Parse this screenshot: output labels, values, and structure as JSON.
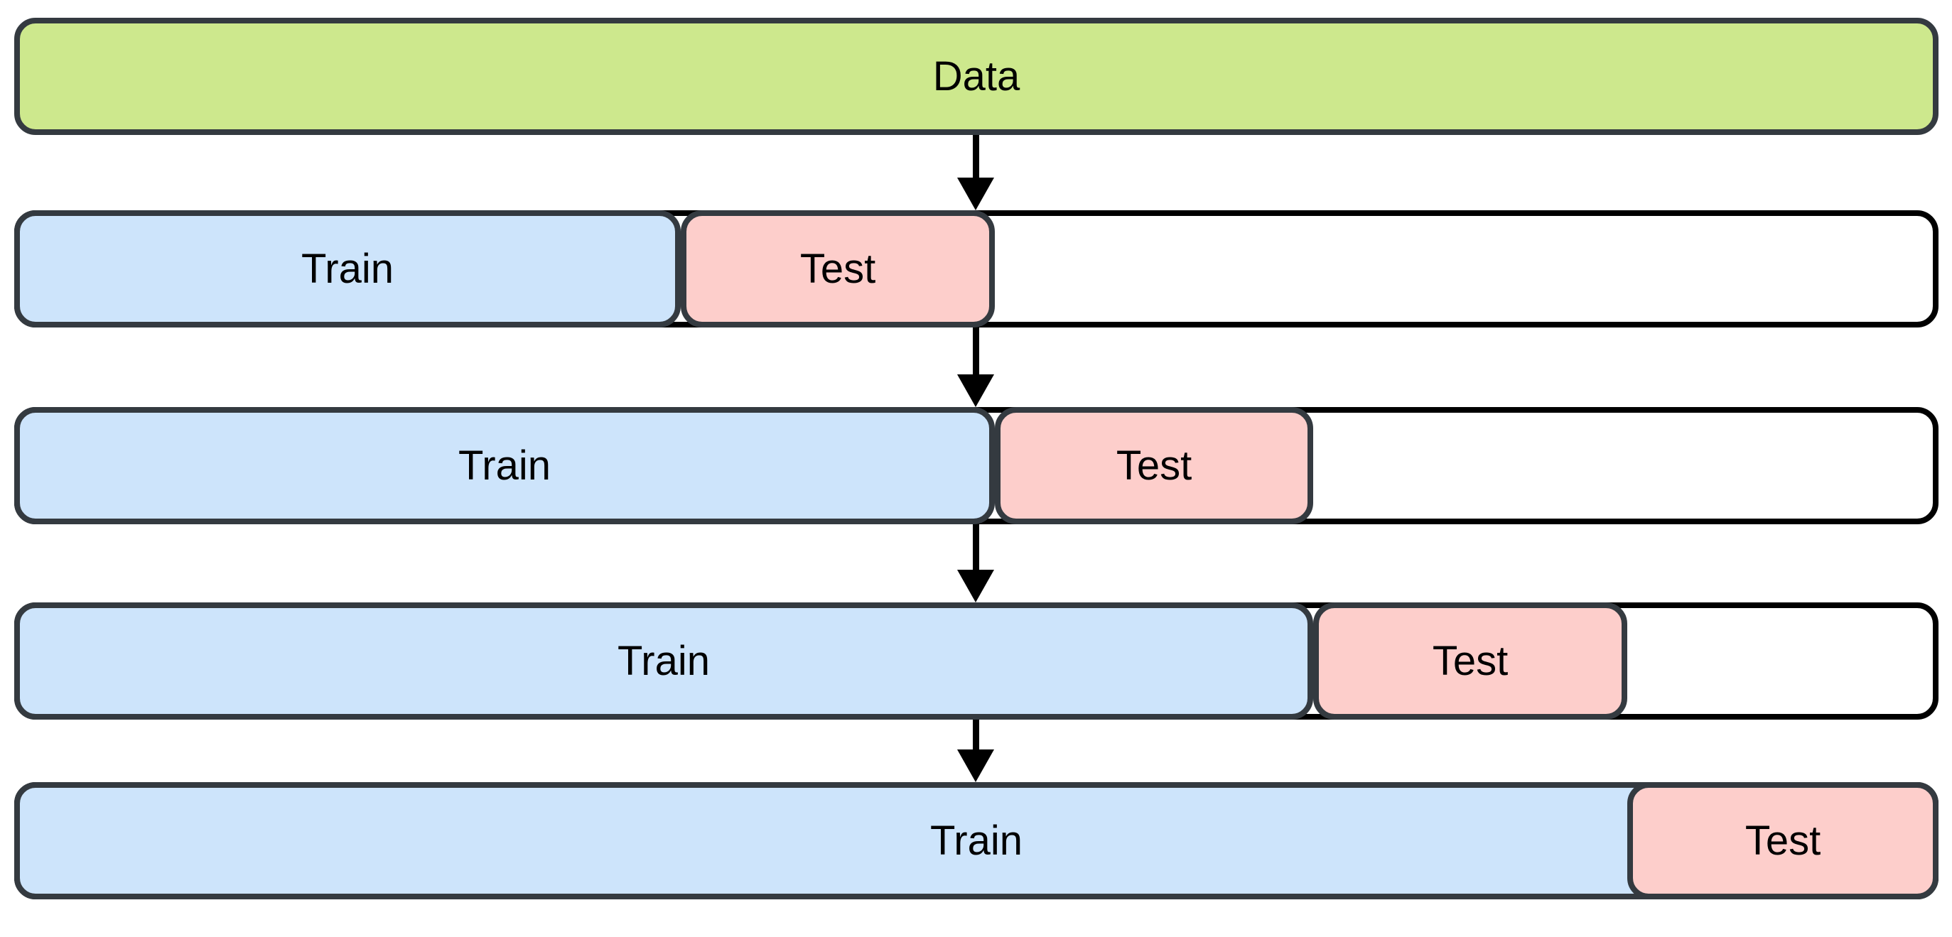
{
  "diagram": {
    "type": "time-series-cross-validation",
    "data_bar": {
      "label": "Data"
    },
    "rows": [
      {
        "train_label": "Train",
        "test_label": "Test"
      },
      {
        "train_label": "Train",
        "test_label": "Test"
      },
      {
        "train_label": "Train",
        "test_label": "Test"
      },
      {
        "train_label": "Train",
        "test_label": "Test"
      }
    ],
    "colors": {
      "background": "#ffffff",
      "data_fill": "#cde88d",
      "train_fill": "#cde4fb",
      "test_fill": "#fdcecb",
      "box_border": "#343a40",
      "row_outline": "#000000",
      "arrow": "#000000",
      "text": "#000000"
    }
  }
}
